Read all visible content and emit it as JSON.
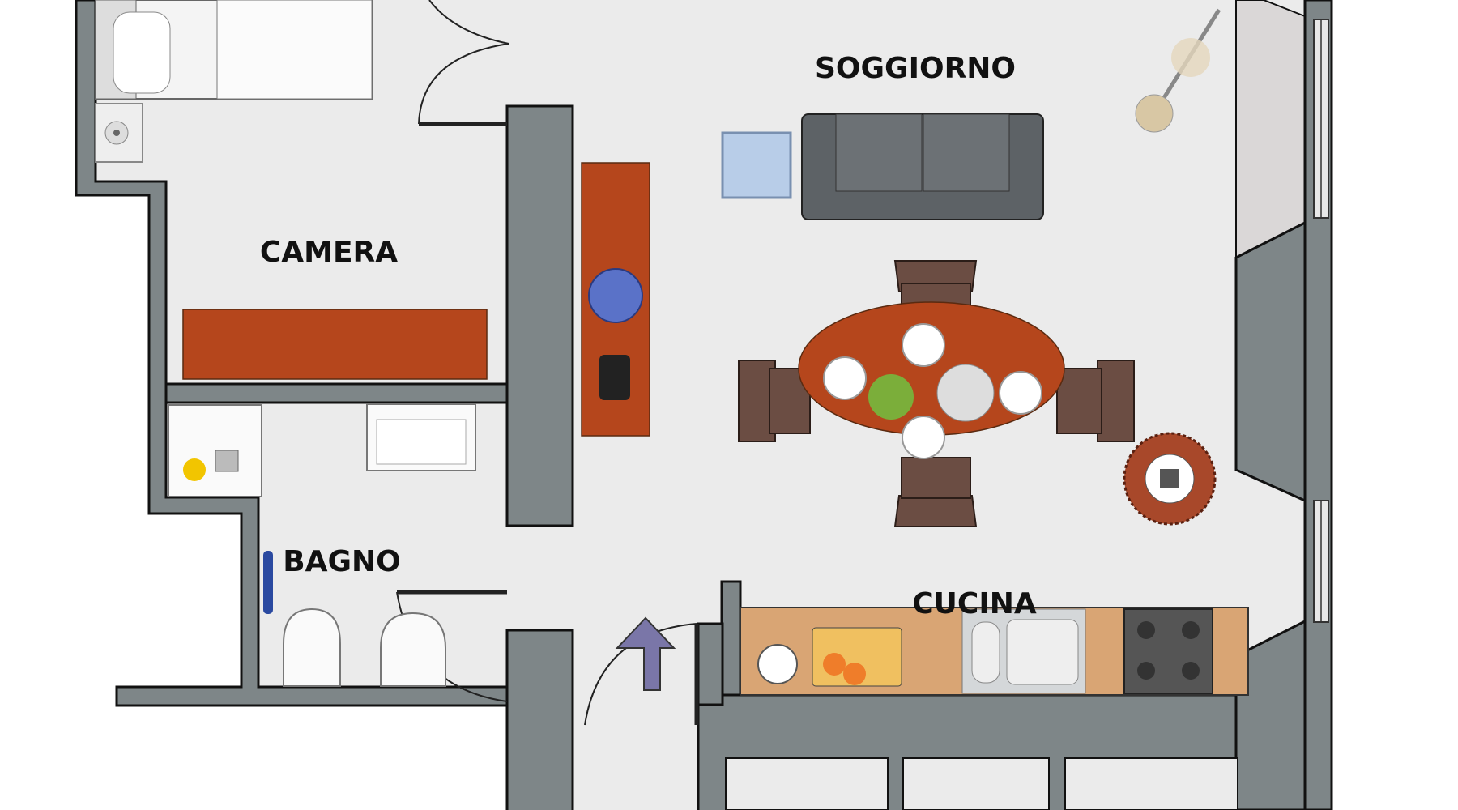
{
  "floorplan": {
    "rooms": [
      {
        "id": "soggiorno",
        "label": "SOGGIORNO"
      },
      {
        "id": "camera",
        "label": "CAMERA"
      },
      {
        "id": "bagno",
        "label": "BAGNO"
      },
      {
        "id": "cucina",
        "label": "CUCINA"
      }
    ],
    "colors": {
      "floor": "#ebebeb",
      "wall": "#7e8688",
      "wood": "#b5461c",
      "counter": "#d9a574",
      "sofa": "#5d6266",
      "entrance_arrow": "#7a76a8"
    }
  }
}
